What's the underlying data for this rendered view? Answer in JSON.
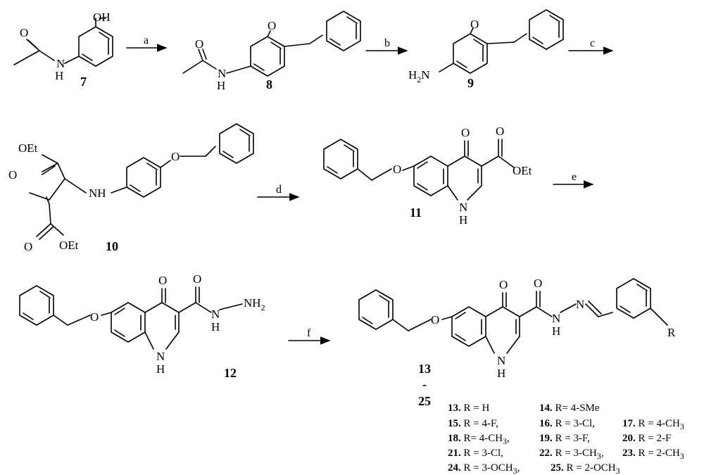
{
  "compounds": {
    "c7": {
      "label": "7",
      "atoms": {
        "oh": "OH",
        "o": "O",
        "n": "N",
        "h": "H"
      }
    },
    "c8": {
      "label": "8",
      "atoms": {
        "o_carbonyl": "O",
        "o_ether": "O",
        "n": "N",
        "h": "H"
      }
    },
    "c9": {
      "label": "9",
      "atoms": {
        "h2": "H",
        "h2_sub": "2",
        "n": "N",
        "o": "O"
      }
    },
    "c10": {
      "label": "10",
      "atoms": {
        "oet_top": "OEt",
        "o_top": "O",
        "o_bot": "O",
        "oet_bot": "OEt",
        "nh": "NH",
        "o_ether": "O"
      }
    },
    "c11": {
      "label": "11",
      "atoms": {
        "o_ether": "O",
        "o_ketone": "O",
        "o_ester": "O",
        "oet": "OEt",
        "n": "N",
        "h": "H"
      }
    },
    "c12": {
      "label": "12",
      "atoms": {
        "o_ether": "O",
        "o_ketone": "O",
        "o_amide": "O",
        "n": "N",
        "h_n": "H",
        "nh": "N",
        "h_nh": "H",
        "nh2": "NH",
        "nh2_sub": "2",
        "n1": "N",
        "h1": "H"
      }
    },
    "c13_25": {
      "label_top": "13",
      "dash": "-",
      "label_bot": "25",
      "atoms": {
        "o_ether": "O",
        "o_ketone": "O",
        "o_amide": "O",
        "n_hz1": "N",
        "h_hz1": "H",
        "n_hz2": "N",
        "n1": "N",
        "h1": "H",
        "r": "R"
      }
    }
  },
  "reagents": {
    "a": "a",
    "b": "b",
    "c": "c",
    "d": "d",
    "e": "e",
    "f": "f"
  },
  "r_groups": [
    {
      "num": "13.",
      "text": "R = H"
    },
    {
      "num": "14.",
      "text": "R= 4-SMe"
    },
    {
      "num": "15.",
      "text": "R = 4-F,"
    },
    {
      "num": "16.",
      "text": "R = 3-Cl,"
    },
    {
      "num": "17.",
      "text": "R = 4-CH",
      "sub": "3"
    },
    {
      "num": "18.",
      "text": "R= 4-CH",
      "sub": "3",
      "tail": ","
    },
    {
      "num": "19.",
      "text": "R = 3-F,"
    },
    {
      "num": "20.",
      "text": "R = 2-F"
    },
    {
      "num": "21.",
      "text": "R = 3-Cl,"
    },
    {
      "num": "22.",
      "text": "R = 3-CH",
      "sub": "3",
      "tail": ","
    },
    {
      "num": "23.",
      "text": "R = 2-CH",
      "sub": "3"
    },
    {
      "num": "24.",
      "text": "R = 3-OCH",
      "sub": "3",
      "tail": ","
    },
    {
      "num": "25.",
      "text": "R = 2-OCH",
      "sub": "3"
    }
  ]
}
